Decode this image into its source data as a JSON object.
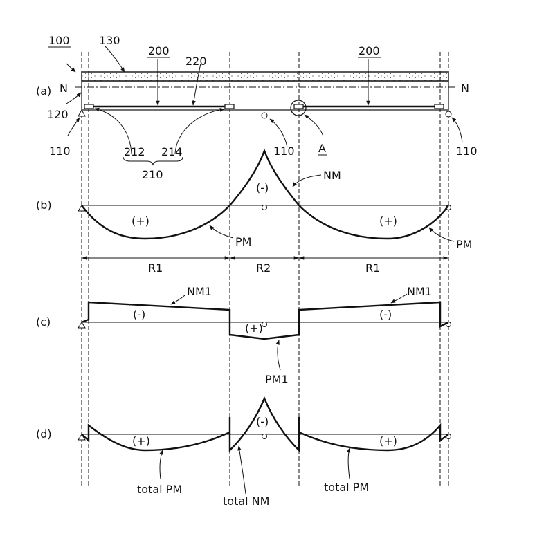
{
  "panels": {
    "a": "(a)",
    "b": "(b)",
    "c": "(c)",
    "d": "(d)"
  },
  "part_a": {
    "ref_100": "100",
    "ref_130": "130",
    "ref_200_left": "200",
    "ref_200_right": "200",
    "ref_220": "220",
    "ref_120": "120",
    "ref_110_left": "110",
    "ref_110_mid": "110",
    "ref_110_right": "110",
    "ref_212": "212",
    "ref_214": "214",
    "ref_210": "210",
    "ref_A": "A",
    "axis_left": "N",
    "axis_right": "N"
  },
  "part_b": {
    "neg_sign": "(-)",
    "pos_left": "(+)",
    "pos_right": "(+)",
    "nm_label": "NM",
    "pm_left": "PM",
    "pm_right": "PM",
    "r1_left": "R1",
    "r2": "R2",
    "r1_right": "R1"
  },
  "part_c": {
    "nm1_left": "NM1",
    "nm1_right": "NM1",
    "neg_left": "(-)",
    "neg_right": "(-)",
    "pos_mid": "(+)",
    "pm1": "PM1"
  },
  "part_d": {
    "pos_left": "(+)",
    "neg_mid": "(-)",
    "pos_right": "(+)",
    "total_pm_left": "total PM",
    "total_nm": "total NM",
    "total_pm_right": "total PM"
  }
}
